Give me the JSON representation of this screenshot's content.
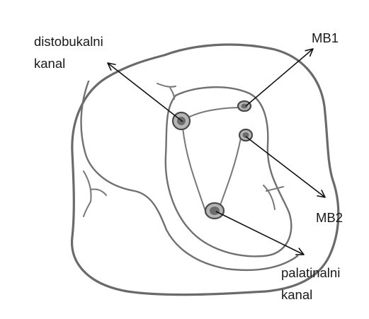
{
  "labels": {
    "distobuccal_line1": "distobukalni",
    "distobuccal_line2": "kanal",
    "mb1": "MB1",
    "mb2": "MB2",
    "palatal_line1": "palatinalni",
    "palatal_line2": "kanal"
  }
}
